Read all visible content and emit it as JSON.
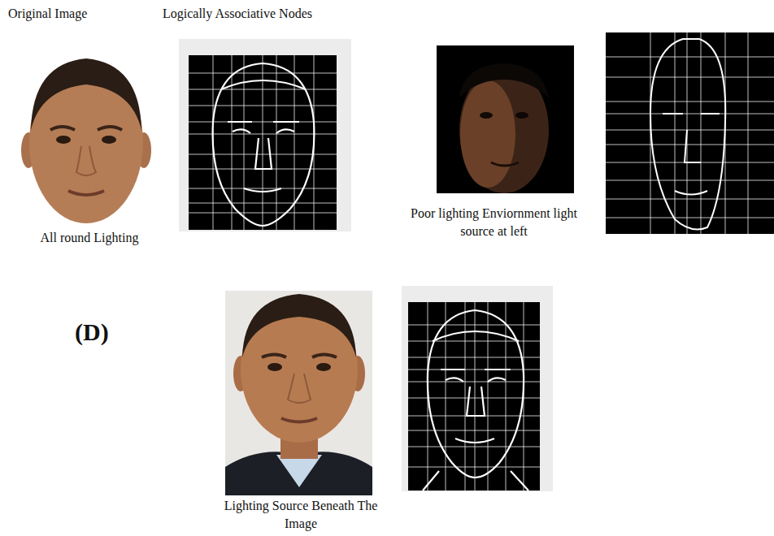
{
  "diagram": {
    "labels": [
      "Original Image",
      "Logically Associative Nodes",
      "All round Lighting",
      "Poor lighting Enviornment light source at left",
      "(D)",
      "Lighting Source Beneath The Image"
    ]
  }
}
